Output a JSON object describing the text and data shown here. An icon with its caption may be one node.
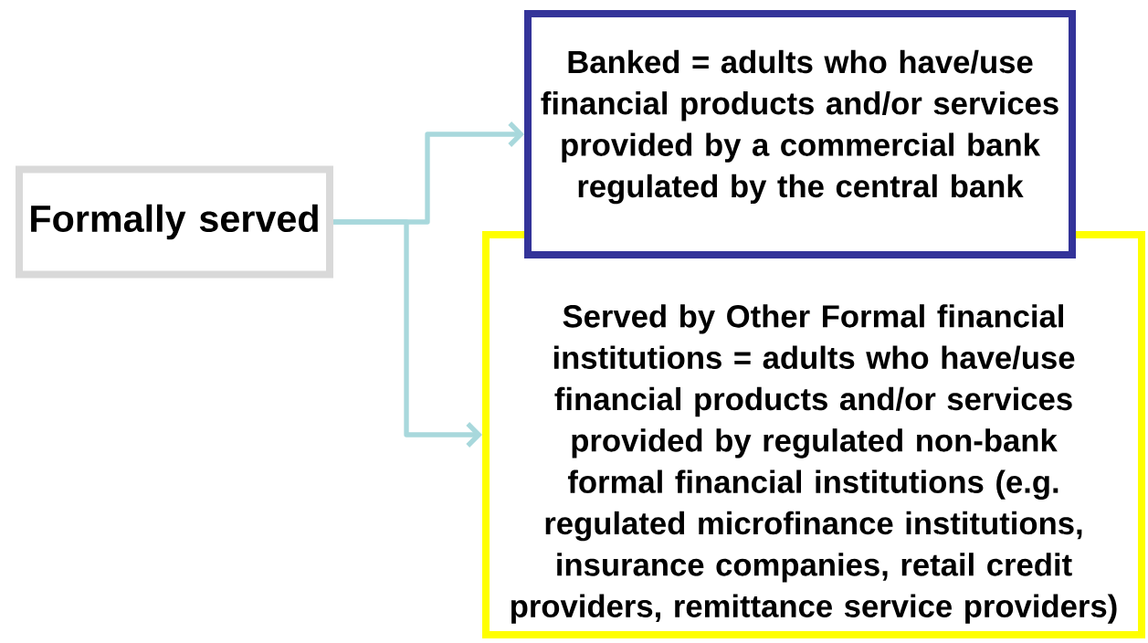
{
  "diagram": {
    "nodes": [
      {
        "text": [
          "Formally served"
        ]
      },
      {
        "text": [
          "Banked = adults who have/use financial products and/or services provided by a commercial bank regulated by the central bank"
        ]
      },
      {
        "text": [
          "Served by Other Formal financial institutions = adults who have/use financial products and/or services provided by regulated non-bank formal financial institutions (e.g. regulated microfinance institutions, insurance companies, retail credit providers, remittance service providers)"
        ]
      }
    ],
    "edges": [
      {
        "from": 0,
        "to": 1,
        "arrow": "to"
      },
      {
        "from": 0,
        "to": 2,
        "arrow": "to"
      }
    ]
  }
}
